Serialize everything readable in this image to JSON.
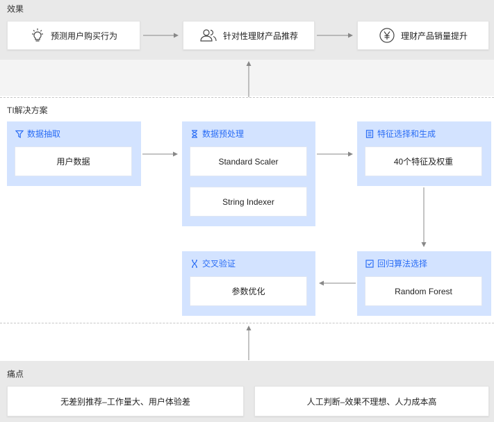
{
  "effect": {
    "title": "效果",
    "items": [
      {
        "label": "预测用户购买行为",
        "icon": "lightbulb-icon"
      },
      {
        "label": "针对性理财产品推荐",
        "icon": "users-icon"
      },
      {
        "label": "理财产品销量提升",
        "icon": "yen-icon"
      }
    ]
  },
  "solution": {
    "title": "TI解决方案",
    "groups": {
      "extract": {
        "title": "数据抽取",
        "icon": "filter-icon",
        "items": [
          "用户数据"
        ]
      },
      "preprocess": {
        "title": "数据预处理",
        "icon": "hourglass-icon",
        "items": [
          "Standard Scaler",
          "String Indexer"
        ]
      },
      "feature": {
        "title": "特征选择和生成",
        "icon": "document-icon",
        "items": [
          "40个特征及权重"
        ]
      },
      "algorithm": {
        "title": "回归算法选择",
        "icon": "checkbox-icon",
        "items": [
          "Random Forest"
        ]
      },
      "validation": {
        "title": "交叉验证",
        "icon": "cross-icon",
        "items": [
          "参数优化"
        ]
      }
    }
  },
  "pain": {
    "title": "痛点",
    "items": [
      "无差别推荐–工作量大、用户体验差",
      "人工判断–效果不理想、人力成本高"
    ]
  },
  "colors": {
    "accent": "#2a6df5",
    "group_bg": "#d3e3ff",
    "band": "#e9e9e9",
    "arrow": "#888888"
  }
}
